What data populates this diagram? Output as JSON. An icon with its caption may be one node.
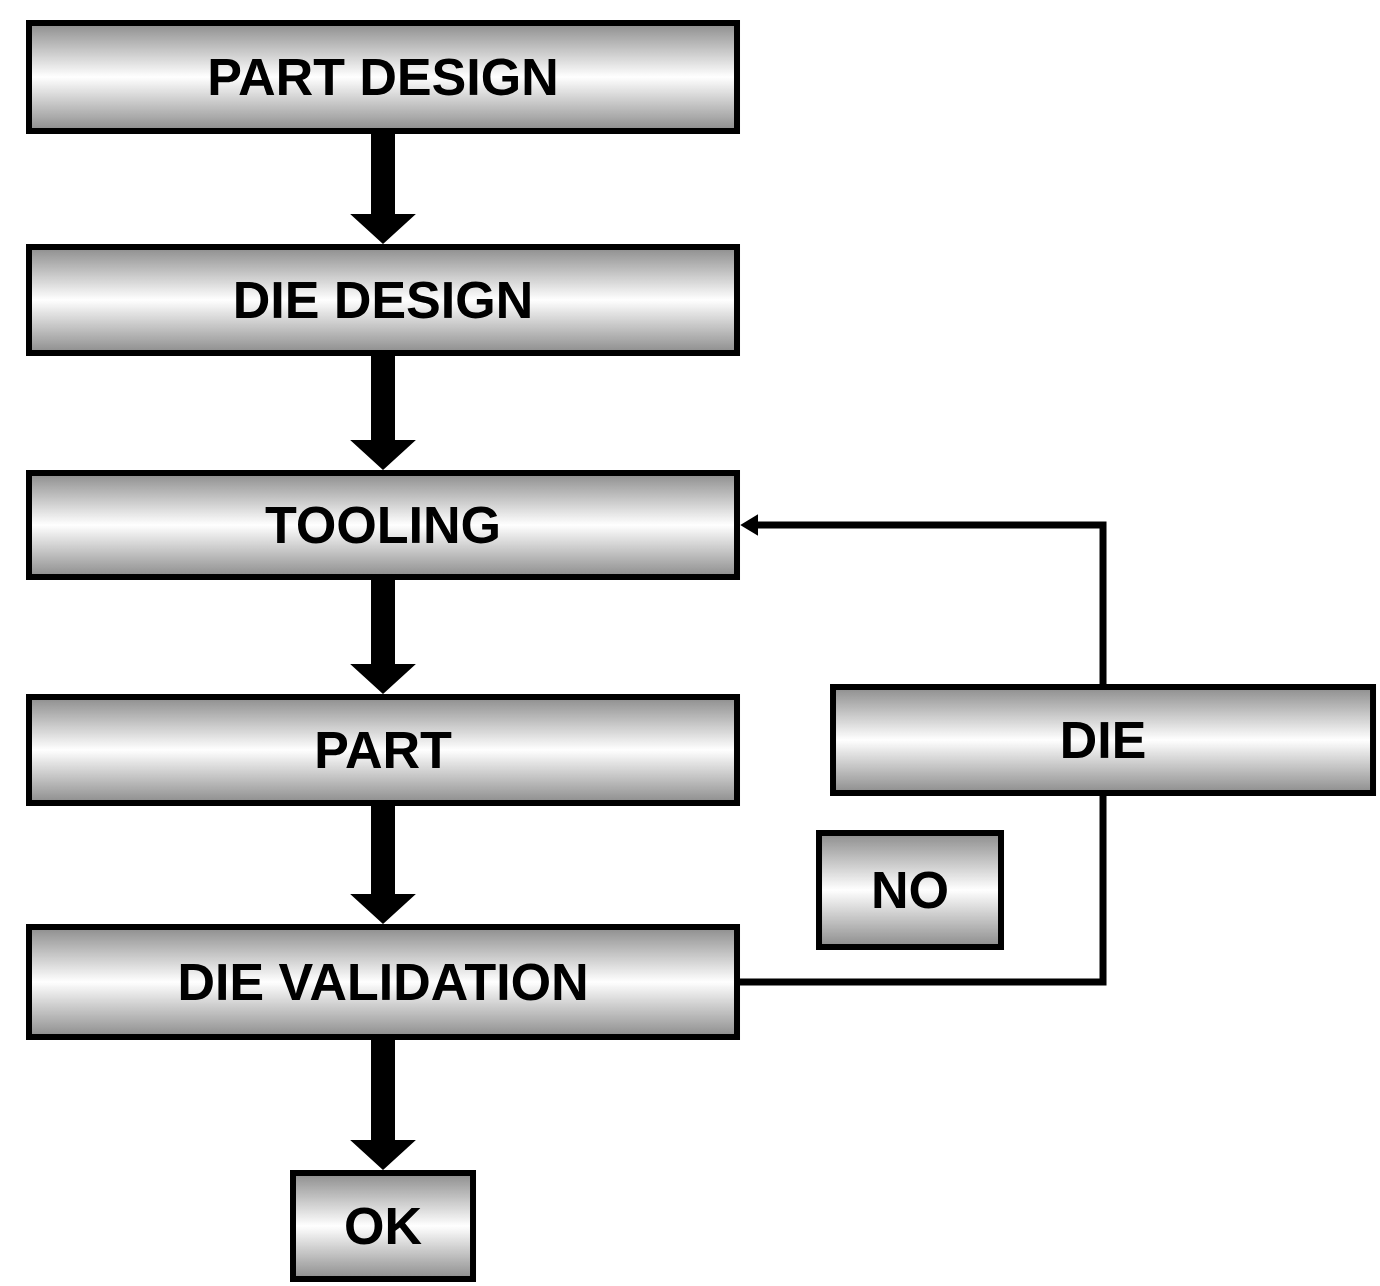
{
  "diagram": {
    "nodes": [
      {
        "text": [
          "PART DESIGN"
        ]
      },
      {
        "text": [
          "DIE DESIGN"
        ]
      },
      {
        "text": [
          "TOOLING"
        ]
      },
      {
        "text": [
          "PART"
        ]
      },
      {
        "text": [
          "DIE VALIDATION"
        ]
      },
      {
        "text": [
          "OK"
        ]
      },
      {
        "text": [
          "DIE"
        ]
      },
      {
        "text": [
          "NO"
        ]
      }
    ],
    "edges": [
      {
        "from": 0,
        "to": 1,
        "arrow": "to"
      },
      {
        "from": 1,
        "to": 2,
        "arrow": "to"
      },
      {
        "from": 2,
        "to": 3,
        "arrow": "to"
      },
      {
        "from": 3,
        "to": 4,
        "arrow": "to"
      },
      {
        "from": 4,
        "to": 5,
        "arrow": "to"
      },
      {
        "from": 4,
        "to": 6,
        "arrow": "none"
      },
      {
        "from": 6,
        "to": 2,
        "arrow": "to"
      }
    ]
  }
}
